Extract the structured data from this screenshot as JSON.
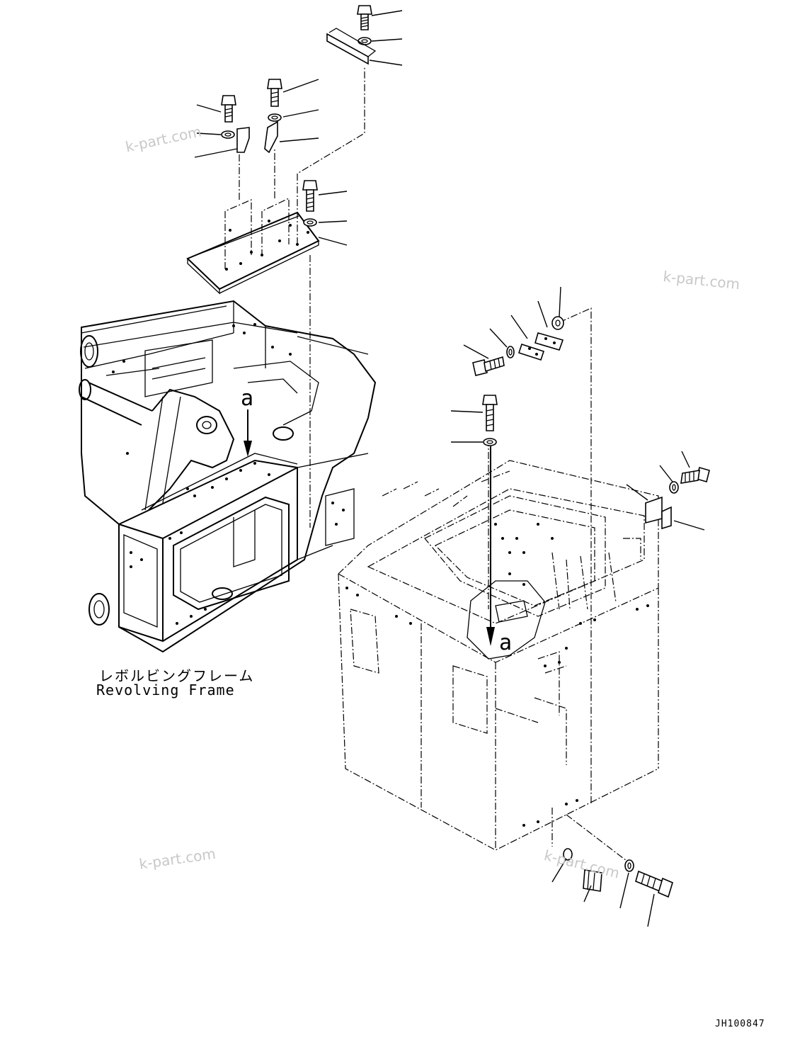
{
  "labels": {
    "frame_name_jp": "レボルビングフレーム",
    "frame_name_en": "Revolving Frame",
    "view_callout_left": "a",
    "view_callout_right": "a",
    "drawing_number": "JH100847"
  },
  "watermarks": [
    "k-part.com",
    "k-part.com",
    "k-part.com",
    "k-part.com"
  ],
  "colors": {
    "line": "#000000",
    "watermark": "#c8c8c8",
    "background": "#ffffff"
  }
}
